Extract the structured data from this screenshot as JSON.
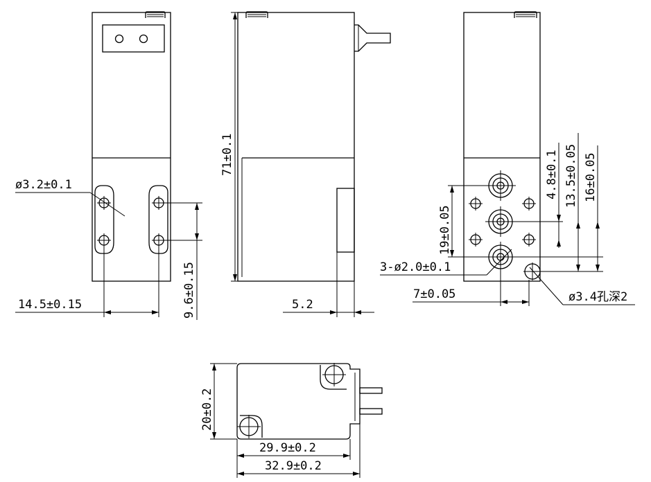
{
  "title": "",
  "palette": {
    "line": "#000000",
    "background": "#ffffff"
  },
  "views": {
    "front": {
      "hole_dia": "ø3.2±0.1",
      "horizontal_spacing": "14.5±0.15",
      "vertical_spacing": "9.6±0.15"
    },
    "side": {
      "height": "71±0.1",
      "offset": "5.2"
    },
    "port_face": {
      "port_spacing": "19±0.05",
      "dim_a": "4.8±0.1",
      "dim_b": "13.5±0.05",
      "dim_c": "16±0.05",
      "small_holes": "3-ø2.0±0.1",
      "hole_offset": "7±0.05",
      "mount_hole": "ø3.4孔深2"
    },
    "bottom": {
      "height": "20±0.2",
      "inner_width": "29.9±0.2",
      "outer_width": "32.9±0.2"
    }
  }
}
